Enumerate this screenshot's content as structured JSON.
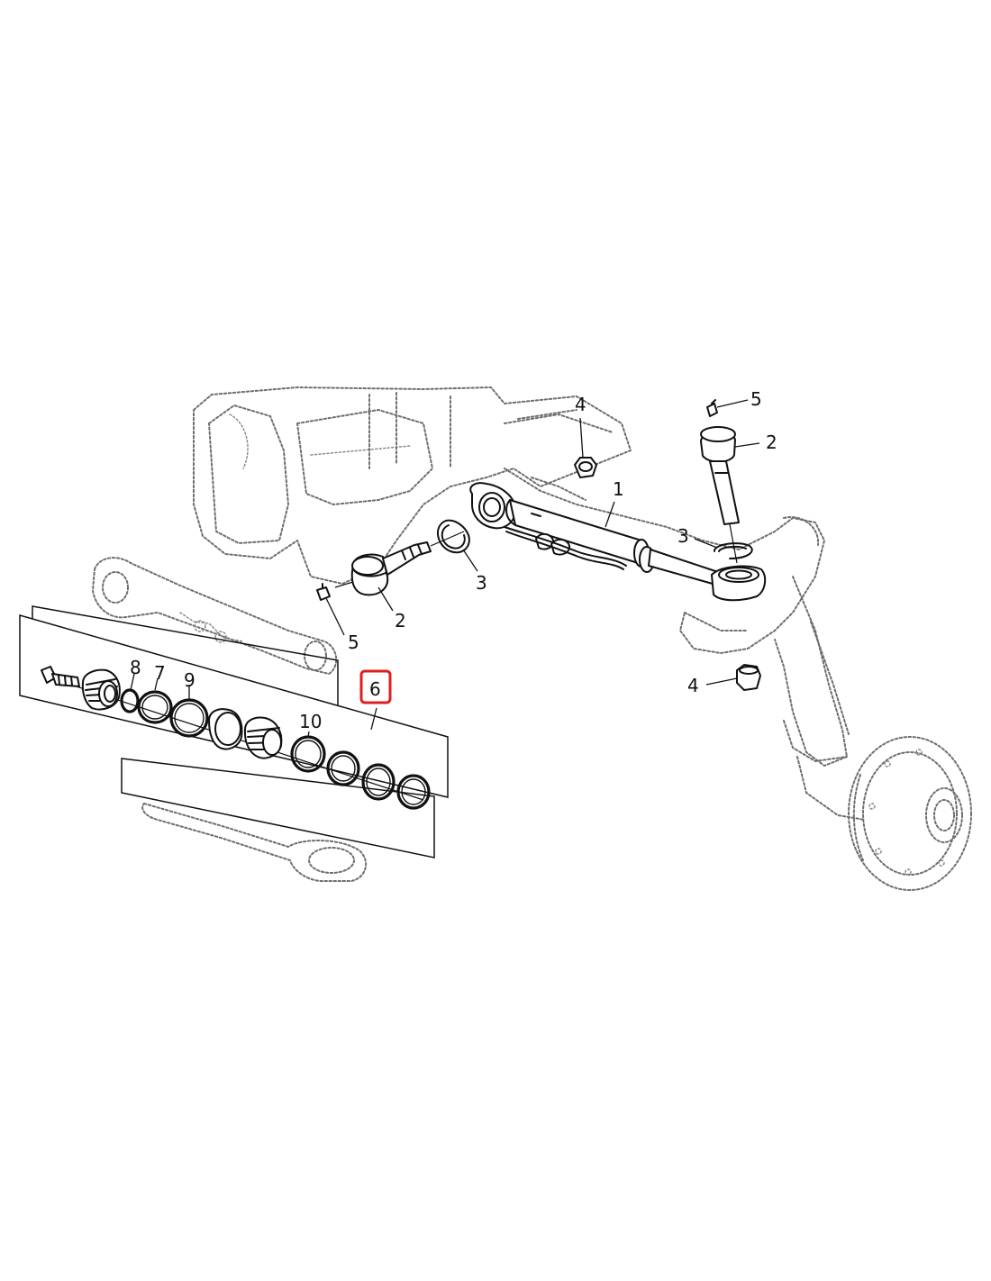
{
  "callouts": {
    "c1": "1",
    "c2_top": "2",
    "c2_left": "2",
    "c3_left": "3",
    "c3_right": "3",
    "c4_top": "4",
    "c4_bottom": "4",
    "c5_top": "5",
    "c5_left": "5",
    "c6": "6",
    "c7": "7",
    "c8": "8",
    "c9": "9",
    "c10": "10"
  },
  "highlight": {
    "callout": "6",
    "color": "#e01e1e"
  },
  "colors": {
    "line": "#111111",
    "ghost": "#6e6e6e",
    "background": "#ffffff"
  }
}
